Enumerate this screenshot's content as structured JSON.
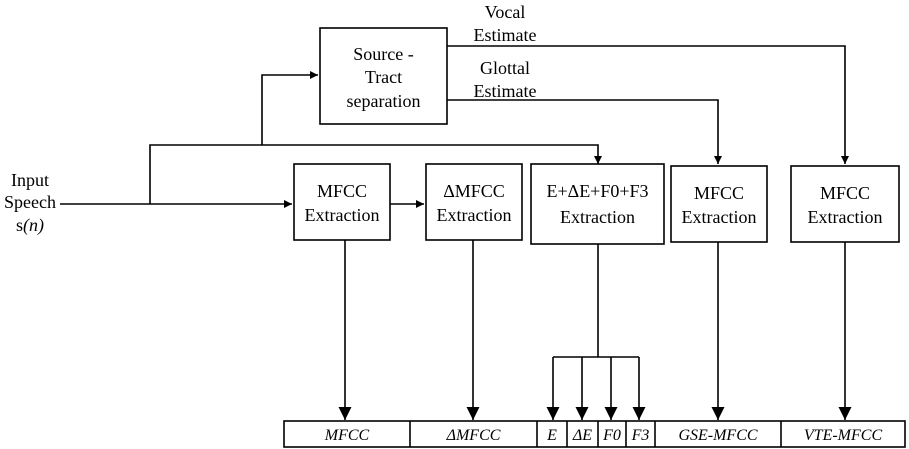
{
  "input": {
    "line1": "Input",
    "line2": "Speech",
    "line3_prefix": "s",
    "line3_arg": "(n)"
  },
  "source_tract": {
    "line1": "Source -",
    "line2": "Tract",
    "line3": "separation"
  },
  "vocal_label": {
    "line1": "Vocal",
    "line2": "Estimate"
  },
  "glottal_label": {
    "line1": "Glottal",
    "line2": "Estimate"
  },
  "blocks": {
    "mfcc": {
      "line1": "MFCC",
      "line2": "Extraction"
    },
    "delta_mfcc": {
      "line1": "ΔMFCC",
      "line2": "Extraction"
    },
    "energy_pitch": {
      "line1": "E+ΔE+F0+F3",
      "line2": "Extraction"
    },
    "gse_mfcc": {
      "line1": "MFCC",
      "line2": "Extraction"
    },
    "vte_mfcc": {
      "line1": "MFCC",
      "line2": "Extraction"
    }
  },
  "feature_vector": {
    "mfcc": "MFCC",
    "delta_mfcc": "ΔMFCC",
    "e": "E",
    "delta_e": "ΔE",
    "f0": "F0",
    "f3": "F3",
    "gse_mfcc": "GSE-MFCC",
    "vte_mfcc": "VTE-MFCC"
  },
  "colors": {
    "line": "#000000",
    "background": "#ffffff"
  }
}
